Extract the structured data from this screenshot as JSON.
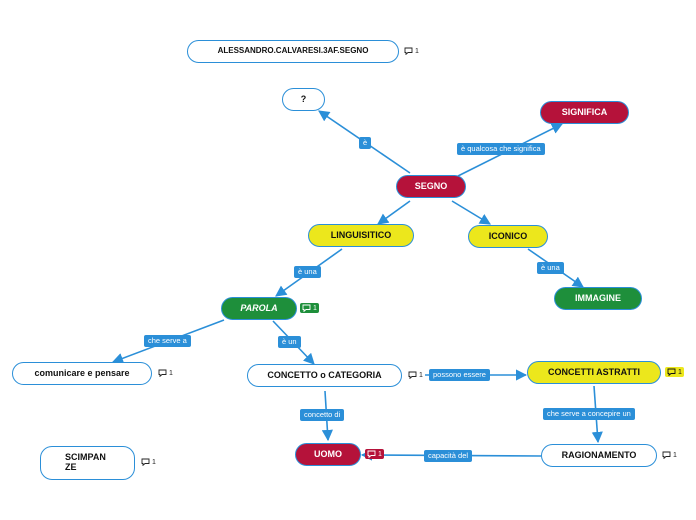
{
  "nodes": {
    "title": "ALESSANDRO.CALVARESI.3AF.SEGNO",
    "question": "?",
    "significa": "SIGNIFICA",
    "segno": "SEGNO",
    "linguisitico": "LINGUISITICO",
    "iconico": "ICONICO",
    "immagine": "IMMAGINE",
    "parola": "PAROLA",
    "comunicare": "comunicare e pensare",
    "concetto": "CONCETTO o CATEGORIA",
    "concetti_astratti": "CONCETTI ASTRATTI",
    "uomo": "UOMO",
    "ragionamento": "RAGIONAMENTO",
    "scimpanze": "SCIMPAN\nZE"
  },
  "links": {
    "e": "è",
    "e_qualcosa": "è qualcosa che significa",
    "e_una_1": "è una",
    "e_una_2": "è una",
    "che_serve_a": "che serve a",
    "e_un": "è un",
    "possono_essere": "possono essere",
    "concetto_di": "concetto di",
    "che_serve_concepire": "che serve a concepire un",
    "capacita_del": "capacità del"
  },
  "comment_count": "1",
  "colors": {
    "connector": "#2b8fd8",
    "red": "#b5123a",
    "yellow": "#ece71c",
    "green": "#1e8f3b"
  }
}
